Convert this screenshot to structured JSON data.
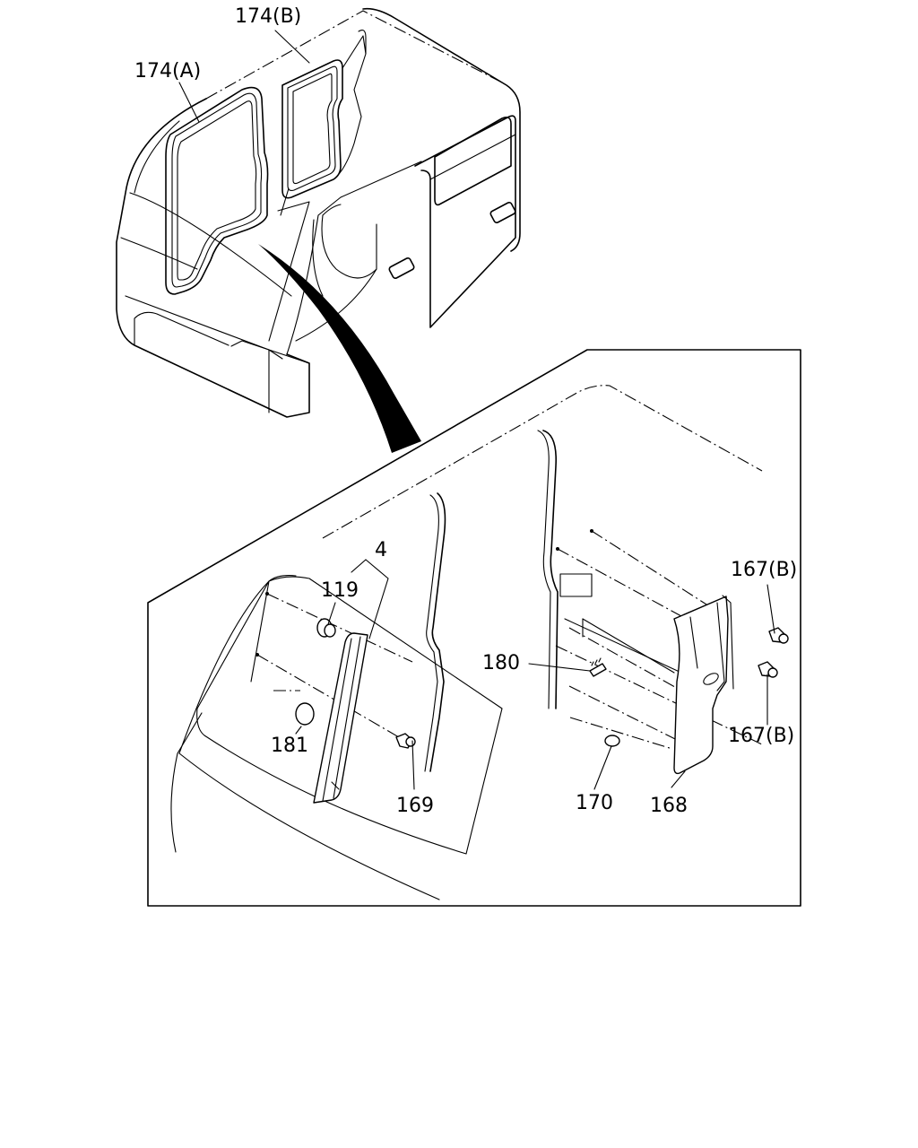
{
  "callouts": {
    "seal_b": "174(B)",
    "seal_a": "174(A)",
    "pillar_trim": "4",
    "clip_119": "119",
    "clip_181": "181",
    "screw_169": "169",
    "clip_180": "180",
    "fastener_167_upper": "167(B)",
    "fastener_167_lower": "167(B)",
    "clip_170": "170",
    "trim_168": "168"
  }
}
